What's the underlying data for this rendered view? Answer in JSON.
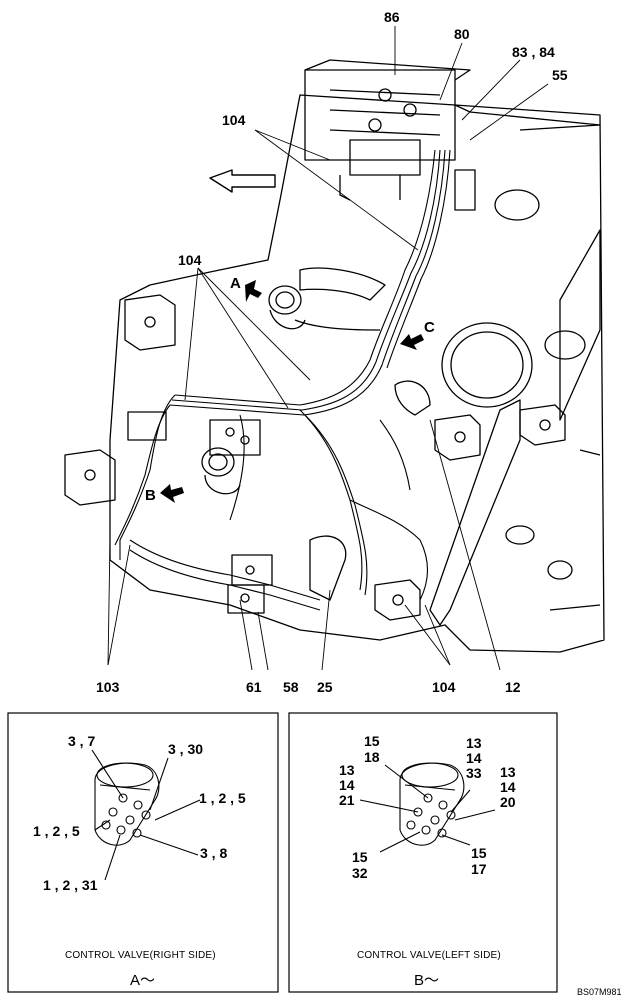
{
  "main_view": {
    "callouts": {
      "c86": "86",
      "c80": "80",
      "c83_84": "83 , 84",
      "c55": "55",
      "c104_top": "104",
      "c104_mid": "104",
      "c104_bottom": "104",
      "c103": "103",
      "c61": "61",
      "c58": "58",
      "c25": "25",
      "c12": "12"
    },
    "view_arrows": {
      "a": "A",
      "b": "B",
      "c": "C"
    }
  },
  "detail_a": {
    "labels": {
      "l3_7": "3 , 7",
      "l3_30": "3 , 30",
      "l1_2_5_right": "1 , 2 , 5",
      "l1_2_5_left": "1 , 2 , 5",
      "l3_8": "3 , 8",
      "l1_2_31": "1 , 2 , 31"
    },
    "caption": "CONTROL VALVE(RIGHT SIDE)",
    "section_mark": "A〜"
  },
  "detail_b": {
    "labels": {
      "l15_a": "15",
      "l18": "18",
      "l13_a": "13",
      "l14_a": "14",
      "l21": "21",
      "l13_b": "13",
      "l14_b": "14",
      "l33": "33",
      "l13_c": "13",
      "l14_c": "14",
      "l20": "20",
      "l15_b": "15",
      "l32": "32",
      "l15_c": "15",
      "l17": "17"
    },
    "caption": "CONTROL VALVE(LEFT SIDE)",
    "section_mark": "B〜"
  },
  "drawing_code": "BS07M981"
}
